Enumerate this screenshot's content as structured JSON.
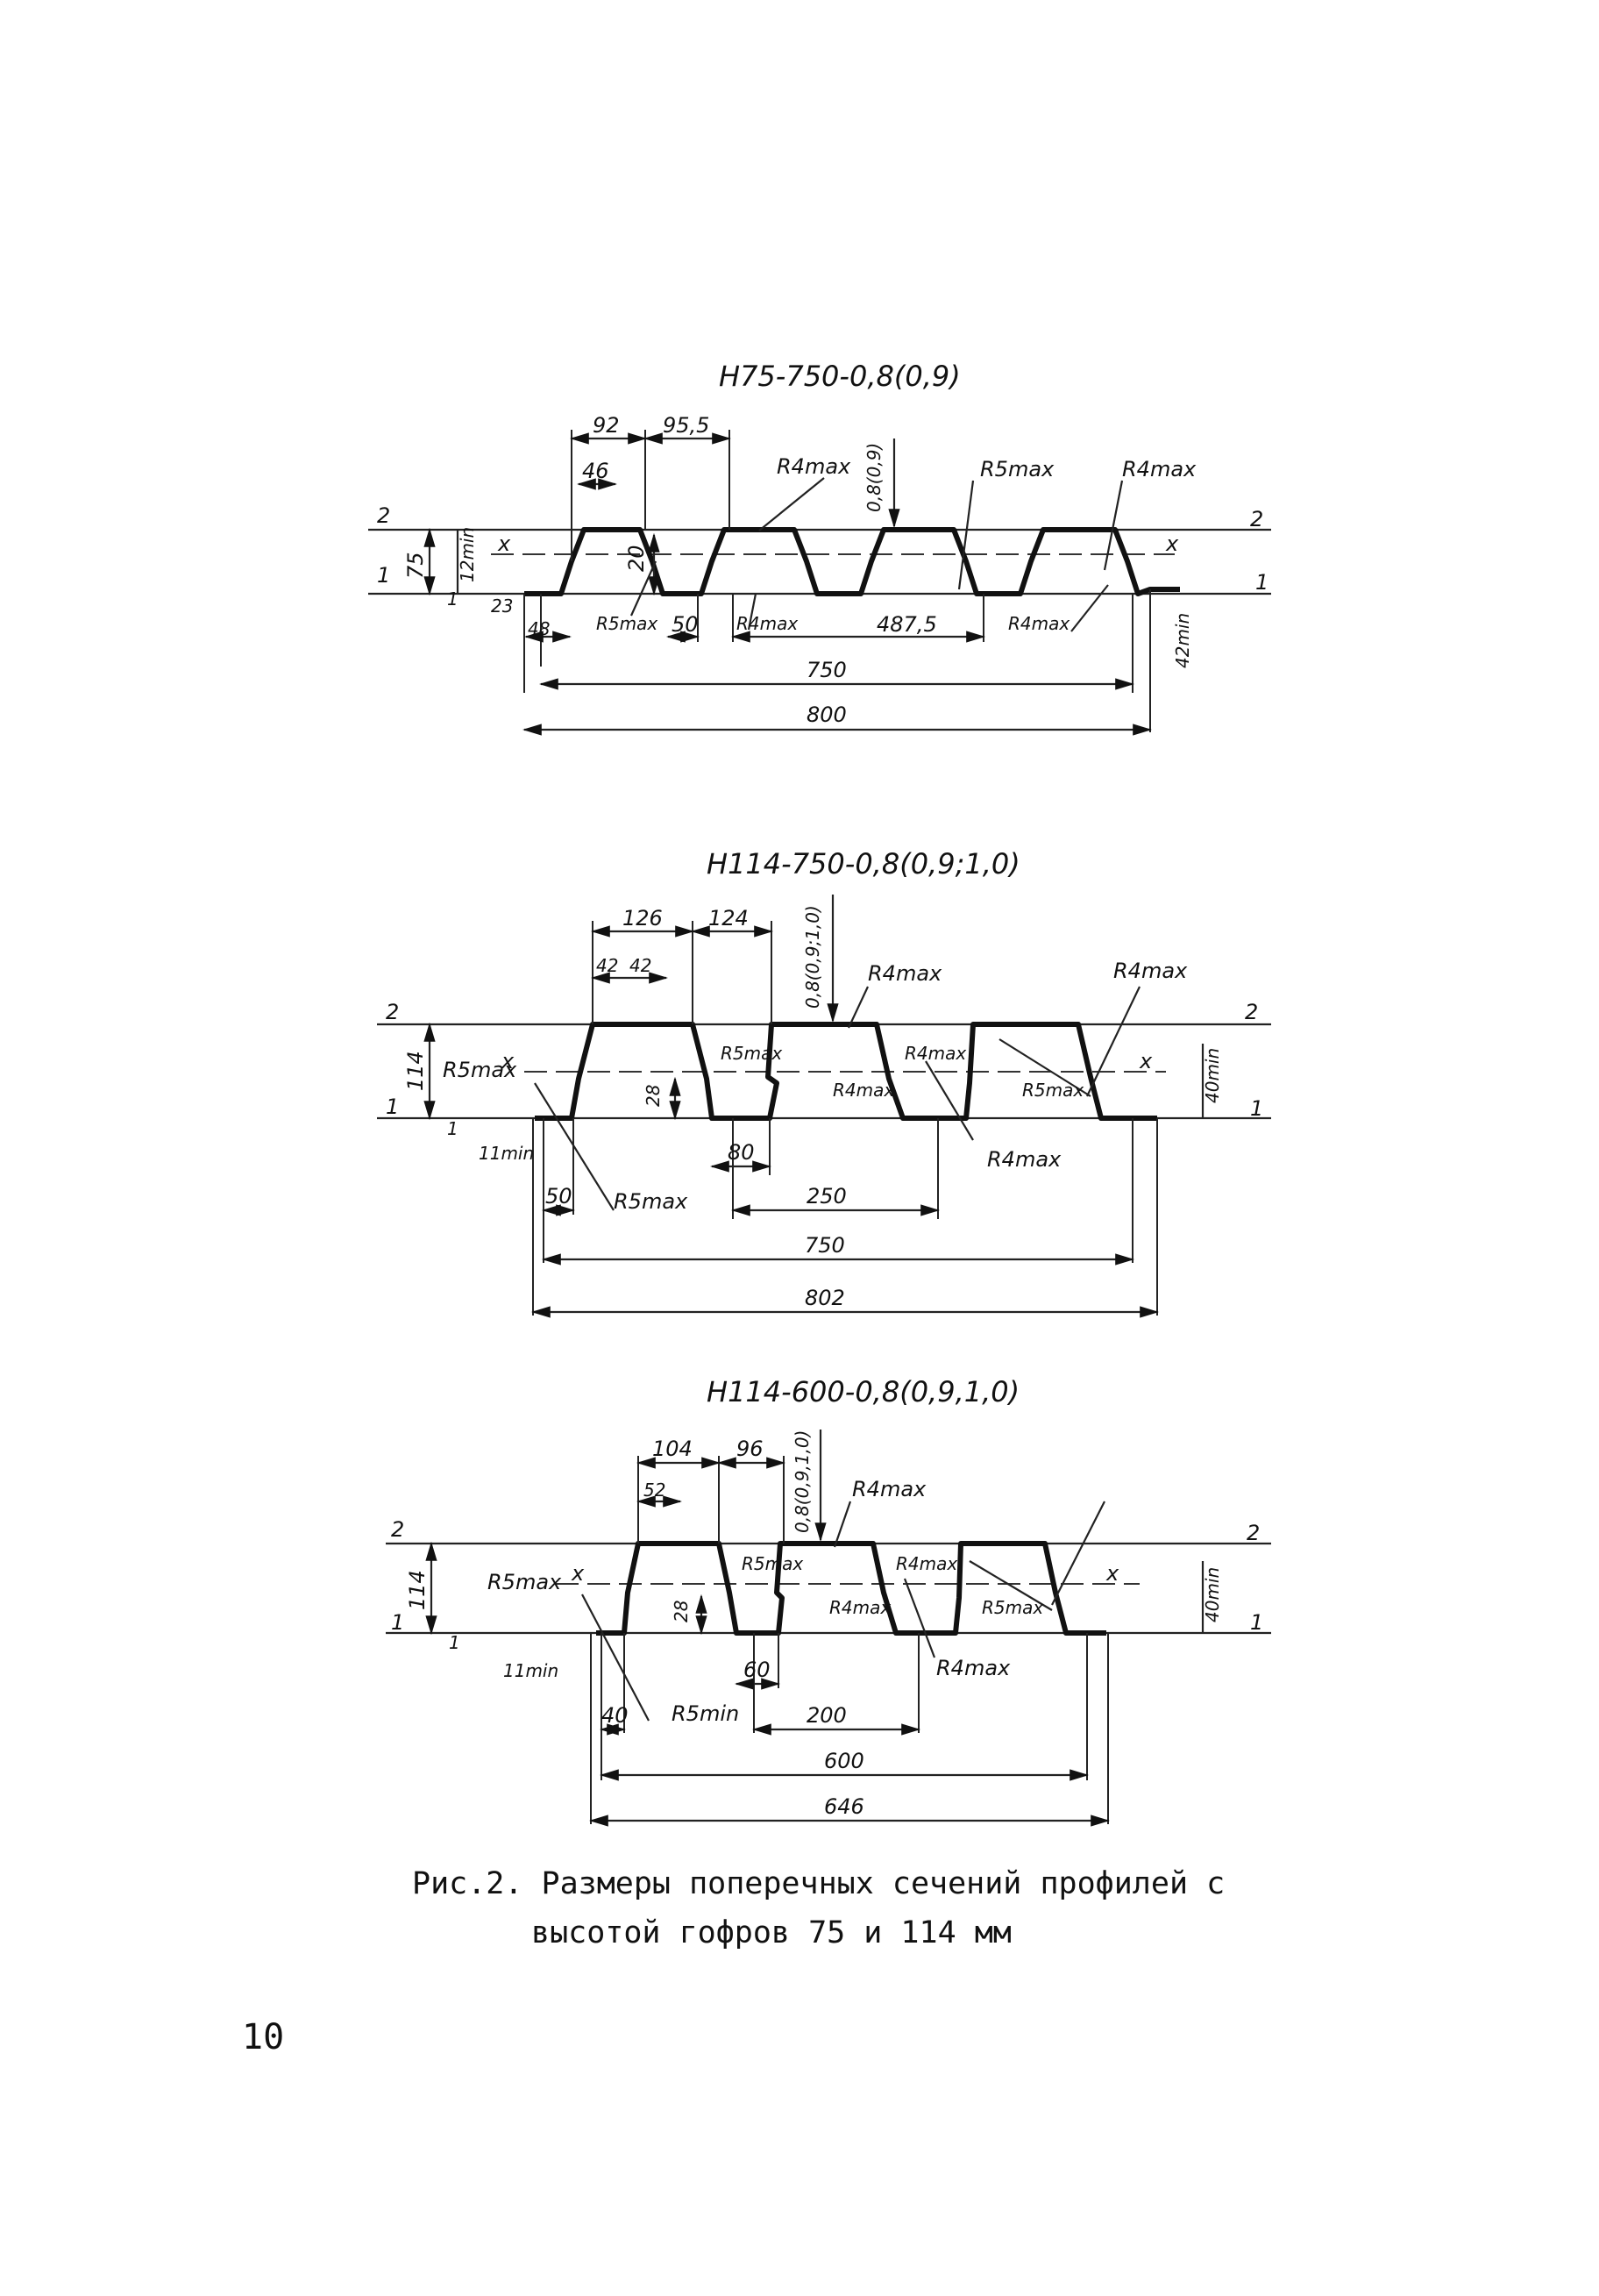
{
  "figures": [
    {
      "title": "H75-750-0,8(0,9)",
      "labels": {
        "d92": "92",
        "d95": "95,5",
        "d46": "46",
        "d20": "20",
        "d23": "23",
        "d48": "48",
        "d50": "50",
        "d487": "487,5",
        "d750": "750",
        "d800": "800",
        "h75": "75",
        "h12a": "12min",
        "h12b": "42min",
        "h1": "1",
        "thick": "0,8(0,9)",
        "r4a": "R4max",
        "r5a": "R5max",
        "r4b": "R4max",
        "r5b": "R5max",
        "r4c": "R4max",
        "r4d": "R4max",
        "ax_x_l": "x",
        "ax_x_r": "x",
        "lvl2_l": "2",
        "lvl2_r": "2",
        "lvl1_l": "1",
        "lvl1_r": "1"
      }
    },
    {
      "title": "H114-750-0,8(0,9;1,0)",
      "labels": {
        "d126": "126",
        "d124": "124",
        "d42a": "42",
        "d42b": "42",
        "d28": "28",
        "d80": "80",
        "d50": "50",
        "d250": "250",
        "d750": "750",
        "d802": "802",
        "h114": "114",
        "h40": "40min",
        "h11": "11min",
        "h1": "1",
        "thick": "0,8(0,9;1,0)",
        "r5a": "R5max",
        "r4a": "R4max",
        "r5b": "R5max",
        "r4b": "R4max",
        "r4c": "R4max",
        "r5c": "R5max",
        "r4d": "R4max",
        "r5d": "R5max",
        "r4e": "R4max",
        "ax_x_l": "x",
        "ax_x_r": "x",
        "lvl2_l": "2",
        "lvl2_r": "2",
        "lvl1_l": "1",
        "lvl1_r": "1"
      }
    },
    {
      "title": "H114-600-0,8(0,9,1,0)",
      "labels": {
        "d104": "104",
        "d96": "96",
        "d52": "52",
        "d28": "28",
        "d60": "60",
        "d40": "40",
        "d200": "200",
        "d600": "600",
        "d646": "646",
        "h114": "114",
        "h40": "40min",
        "h11": "11min",
        "h1": "1",
        "thick": "0,8(0,9,1,0)",
        "r5a": "R5max",
        "r4a": "R4max",
        "r5b": "R5max",
        "r4b": "R4max",
        "r4c": "R4max",
        "r5c": "R5max",
        "r4d": "R4max",
        "r5d": "R5min",
        "ax_x_l": "x",
        "ax_x_r": "x",
        "lvl2_l": "2",
        "lvl2_r": "2",
        "lvl1_l": "1",
        "lvl1_r": "1"
      }
    }
  ],
  "caption": {
    "line1": "Рис.2. Размеры поперечных сечений профилей с",
    "line2": "высотой гофров 75 и 114 мм"
  },
  "page_number": "10"
}
